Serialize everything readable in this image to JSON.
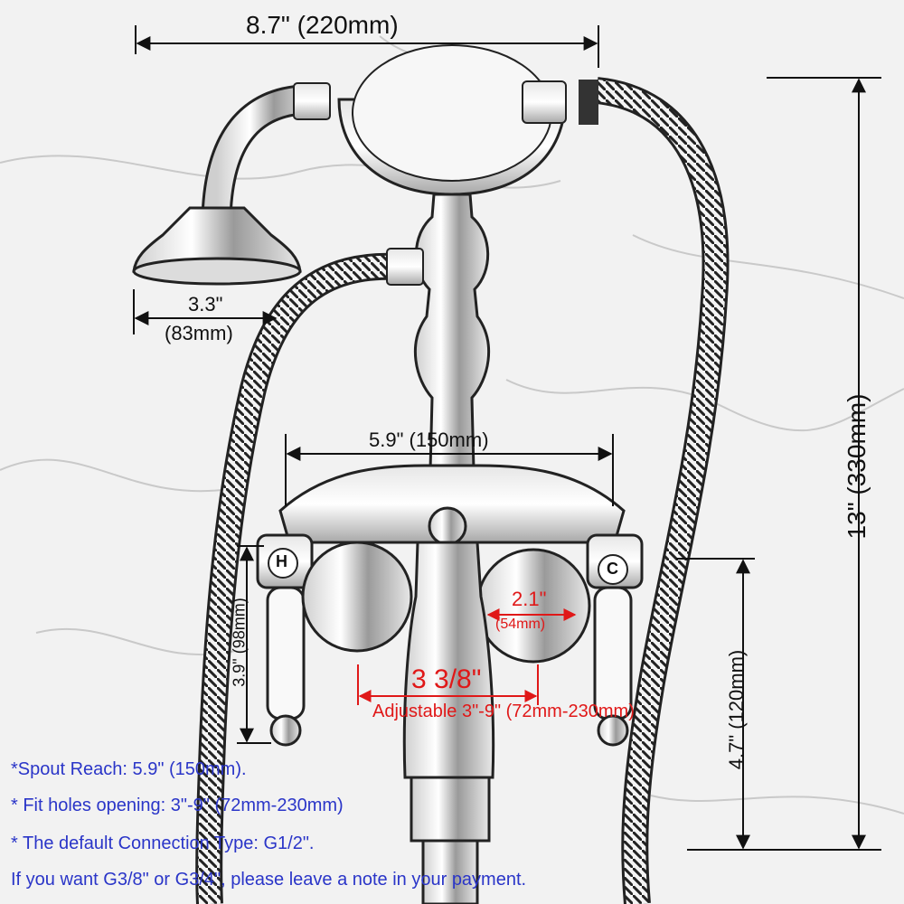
{
  "dimensions": {
    "overall_width": "8.7\" (220mm)",
    "head_diameter_in": "3.3\"",
    "head_diameter_mm": "(83mm)",
    "spout_width": "5.9\" (150mm)",
    "total_height": "13\" (330mm)",
    "handle_height": "3.9\" (98mm)",
    "lower_height": "4.7\" (120mm)",
    "handle_gap_in": "2.1\"",
    "handle_gap_mm": "(54mm)",
    "center_distance": "3 3/8\"",
    "adjustable_range": "Adjustable 3\"-9\" (72mm-230mm)"
  },
  "valve_labels": {
    "hot": "H",
    "cold": "C"
  },
  "notes": [
    "*Spout Reach: 5.9\" (150mm).",
    "* Fit holes opening: 3\"-9\" (72mm-230mm)",
    "* The default Connection Type: G1/2\".",
    "If you want G3/8\" or G3/4\", please leave a note in your payment."
  ],
  "colors": {
    "dimension_red": "#e01818",
    "note_blue": "#2a35c8",
    "line": "#111111"
  }
}
